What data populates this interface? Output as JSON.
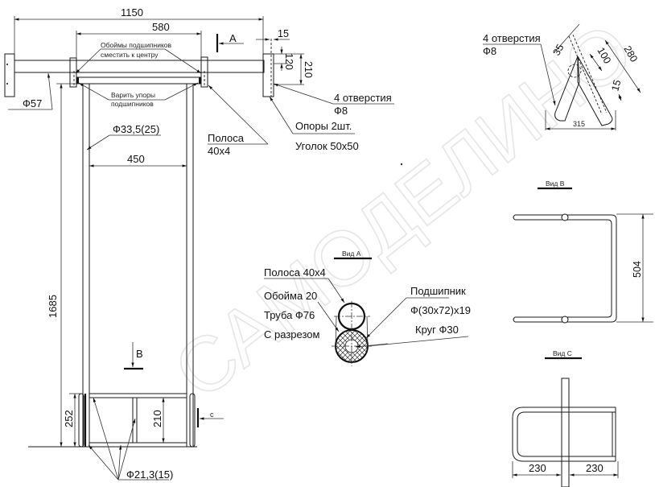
{
  "watermark": "САМОДЕЛИНО",
  "main_view": {
    "dim_total_width": "1150",
    "dim_inner_width": "580",
    "dim_frame_width": "450",
    "dim_height": "1685",
    "dim_base_height": "252",
    "dim_base_inner": "210",
    "dim_flange_offset": "15",
    "dim_hole_spacing": "120",
    "dim_flange_height": "210",
    "label_bearing_housings": [
      "Обоймы подшипников",
      "сместить к центру"
    ],
    "label_weld_stops": [
      "Варить упоры",
      "подшипников"
    ],
    "label_axle_pipe": "Ф57",
    "label_frame_pipe": "Ф33,5(25)",
    "label_strip": [
      "Полоса",
      "40x4"
    ],
    "label_holes": [
      "4 отверстия",
      "Ф8"
    ],
    "label_supports": [
      "Опоры 2шт.",
      "Уголок 50x50"
    ],
    "label_base_pipe": "Ф21,3(15)",
    "section_a": "А",
    "section_b": "В",
    "section_c": "с"
  },
  "angle_view": {
    "label_holes": [
      "4 отверстия",
      "Ф8"
    ],
    "dim_35": "35",
    "dim_100": "100",
    "dim_280": "280",
    "dim_15": "15",
    "dim_315": "315"
  },
  "view_a": {
    "title": "Вид А",
    "labels": [
      "Полоса 40x4",
      "Обойма 20",
      "Труба Ф76",
      "С разрезом"
    ],
    "label_bearing": [
      "Подшипник",
      "Ф(30x72)x19"
    ],
    "label_round": "Круг Ф30"
  },
  "view_b": {
    "title": "Вид В",
    "dim_height": "504"
  },
  "view_c": {
    "title": "Вид С",
    "dim_left": "230",
    "dim_right": "230"
  }
}
